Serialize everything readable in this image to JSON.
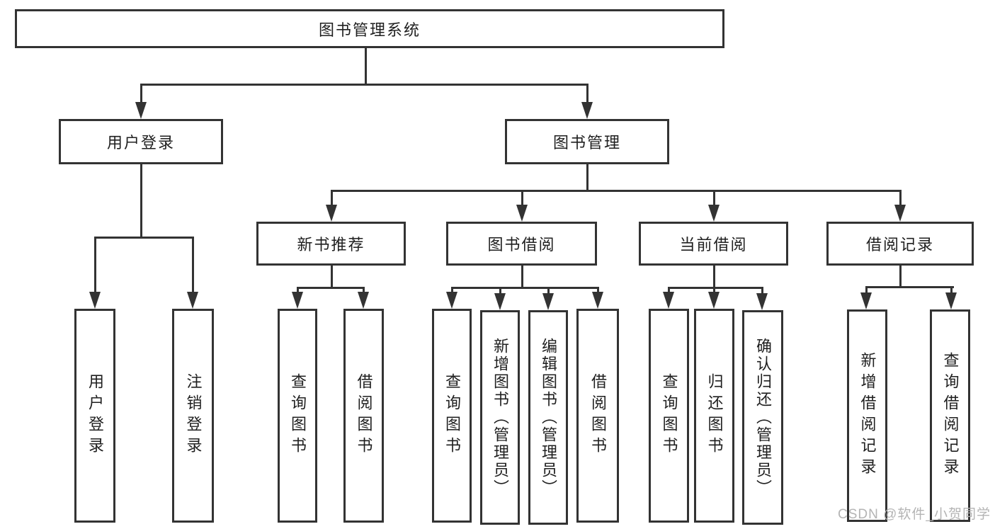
{
  "diagram": {
    "tree": {
      "root": {
        "label": "图书管理系统"
      },
      "branches": [
        {
          "label": "用户登录",
          "leaves": [
            {
              "label": "用户登录"
            },
            {
              "label": "注销登录"
            }
          ]
        },
        {
          "label": "图书管理",
          "groups": [
            {
              "label": "新书推荐",
              "leaves": [
                {
                  "label": "查询图书"
                },
                {
                  "label": "借阅图书"
                }
              ]
            },
            {
              "label": "图书借阅",
              "leaves": [
                {
                  "label": "查询图书"
                },
                {
                  "label": "新增图书（管理员）"
                },
                {
                  "label": "编辑图书（管理员）"
                },
                {
                  "label": "借阅图书"
                }
              ]
            },
            {
              "label": "当前借阅",
              "leaves": [
                {
                  "label": "查询图书"
                },
                {
                  "label": "归还图书"
                },
                {
                  "label": "确认归还（管理员）"
                }
              ]
            },
            {
              "label": "借阅记录",
              "leaves": [
                {
                  "label": "新增借阅记录"
                },
                {
                  "label": "查询借阅记录"
                }
              ]
            }
          ]
        }
      ]
    }
  },
  "watermark": {
    "text": "CSDN @软件_小贺同学"
  },
  "colors": {
    "line": "#333333",
    "text": "#1f1f1f",
    "background": "#ffffff",
    "watermark": "#b4b4b4"
  }
}
